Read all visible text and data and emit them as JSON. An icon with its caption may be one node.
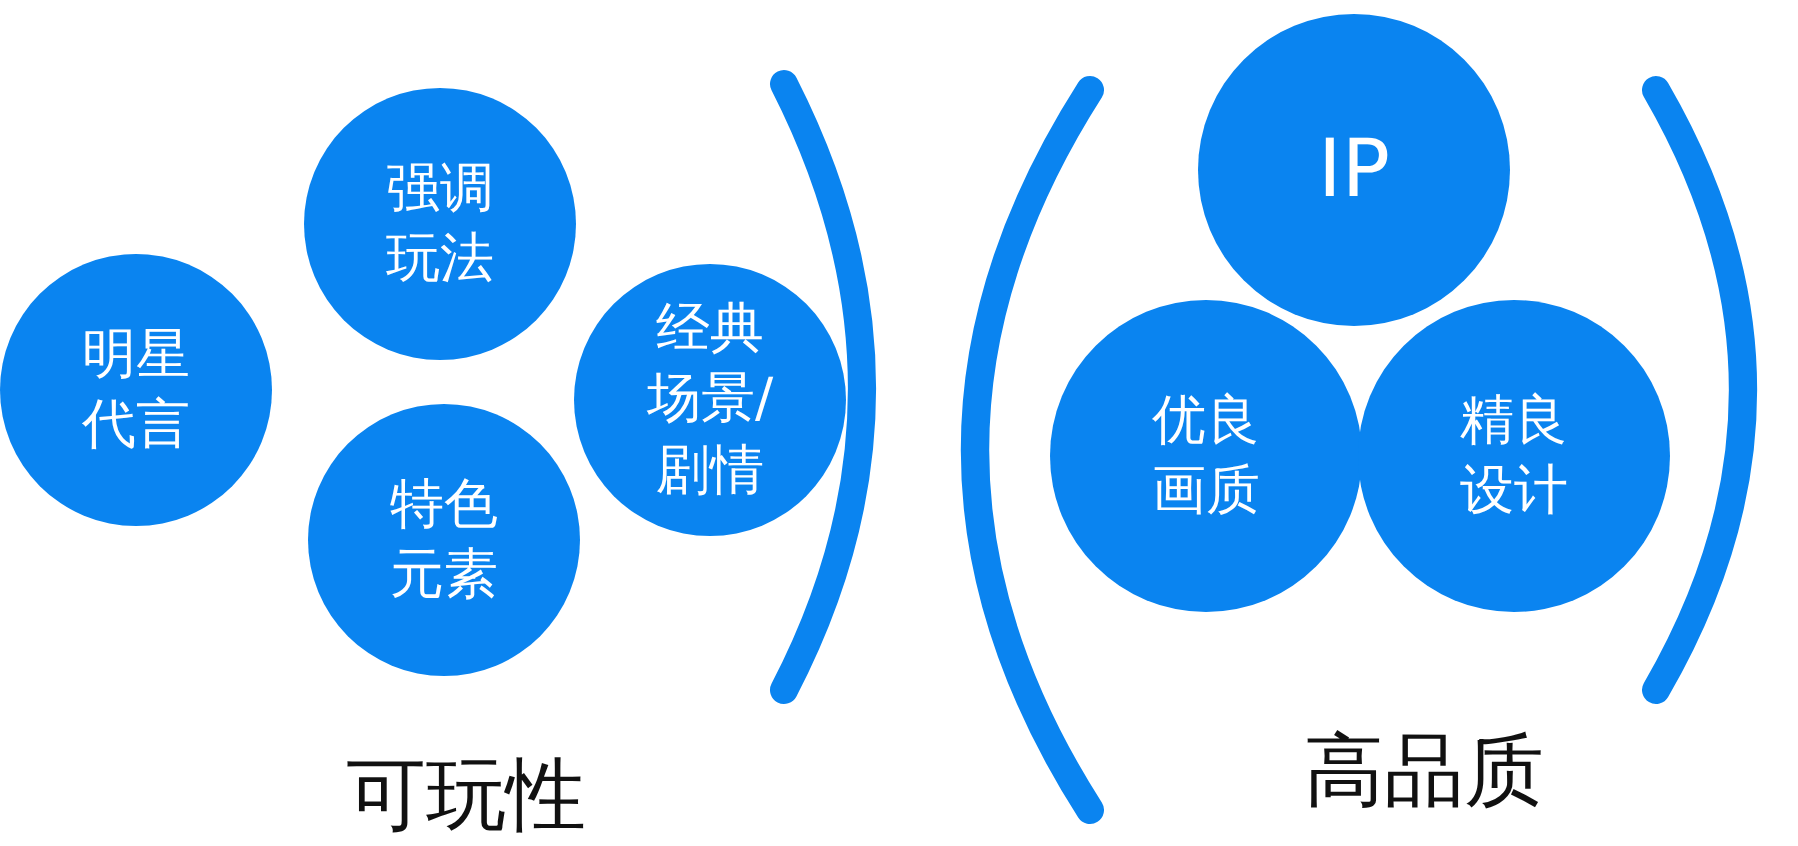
{
  "diagram": {
    "nodes": [
      {
        "text": [
          "明星代言"
        ]
      },
      {
        "text": [
          "强调玩法"
        ]
      },
      {
        "text": [
          "特色元素"
        ]
      },
      {
        "text": [
          "经典场景/剧情"
        ]
      },
      {
        "text": [
          "IP"
        ]
      },
      {
        "text": [
          "优良画质"
        ]
      },
      {
        "text": [
          "精良设计"
        ]
      }
    ],
    "edges": [],
    "labels": [
      "可玩性",
      "高品质"
    ]
  }
}
